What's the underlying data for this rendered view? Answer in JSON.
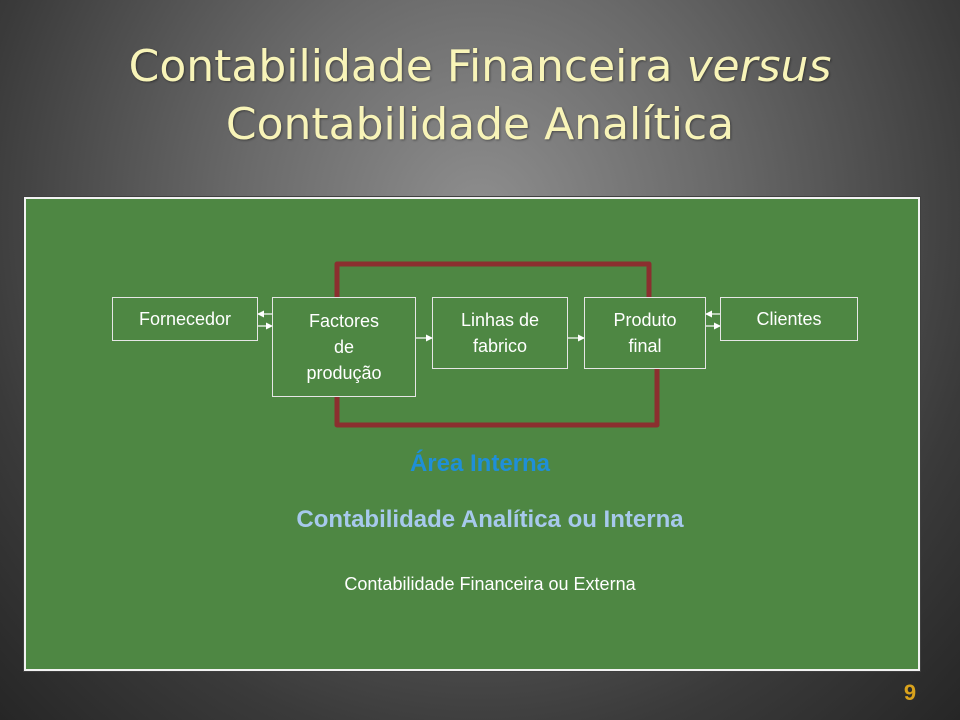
{
  "slide": {
    "title_line1_a": "Contabilidade Financeira ",
    "title_line1_em": "versus",
    "title_line2": "Contabilidade Analítica",
    "page_number": "9"
  },
  "diagram": {
    "nodes": {
      "fornecedor": "Fornecedor",
      "factores_l1": "Factores",
      "factores_l2": "de",
      "factores_l3": "produção",
      "linhas_l1": "Linhas de",
      "linhas_l2": "fabrico",
      "produto_l1": "Produto",
      "produto_l2": "final",
      "clientes": "Clientes"
    },
    "area_label": "Área Interna",
    "analitica_label": "Contabilidade Analítica ou Interna",
    "financeira_label": "Contabilidade Financeira ou Externa"
  },
  "colors": {
    "panel": "#4e8743",
    "title": "#f8f4b8",
    "bracket": "#8b2f2f",
    "area_label": "#1f8fd8",
    "analitica_label": "#a7c9ec",
    "page_number": "#d9a21c"
  }
}
